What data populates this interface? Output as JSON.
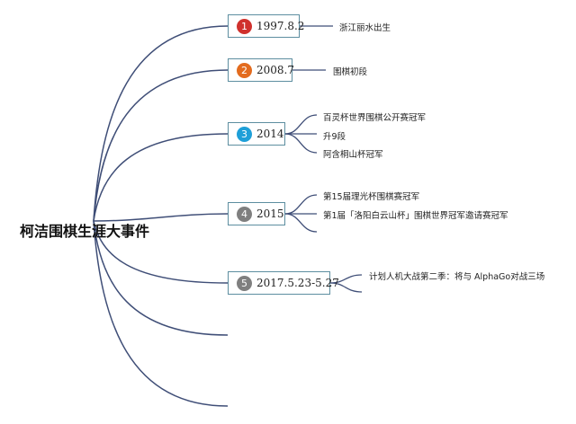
{
  "root": {
    "title": "柯洁围棋生涯大事件"
  },
  "line_color": "#3f4e77",
  "events": [
    {
      "num": "1",
      "date": "1997.8.2",
      "badge_color": "#d0312d",
      "details": [
        "浙江丽水出生"
      ]
    },
    {
      "num": "2",
      "date": "2008.7",
      "badge_color": "#e36b1e",
      "details": [
        "围棋初段"
      ]
    },
    {
      "num": "3",
      "date": "2014",
      "badge_color": "#1e9fd8",
      "details": [
        "百灵杯世界围棋公开赛冠军",
        "升9段",
        "阿含桐山杯冠军"
      ]
    },
    {
      "num": "4",
      "date": "2015",
      "badge_color": "#7f7f7f",
      "details": [
        "第15届理光杯围棋赛冠军",
        "第1届「洛阳白云山杯」围棋世界冠军邀请赛冠军"
      ]
    },
    {
      "num": "5",
      "date": "2017.5.23-5.27",
      "badge_color": "#7f7f7f",
      "details": [
        "计划人机大战第二季：将与 AlphaGo对战三场"
      ]
    }
  ]
}
